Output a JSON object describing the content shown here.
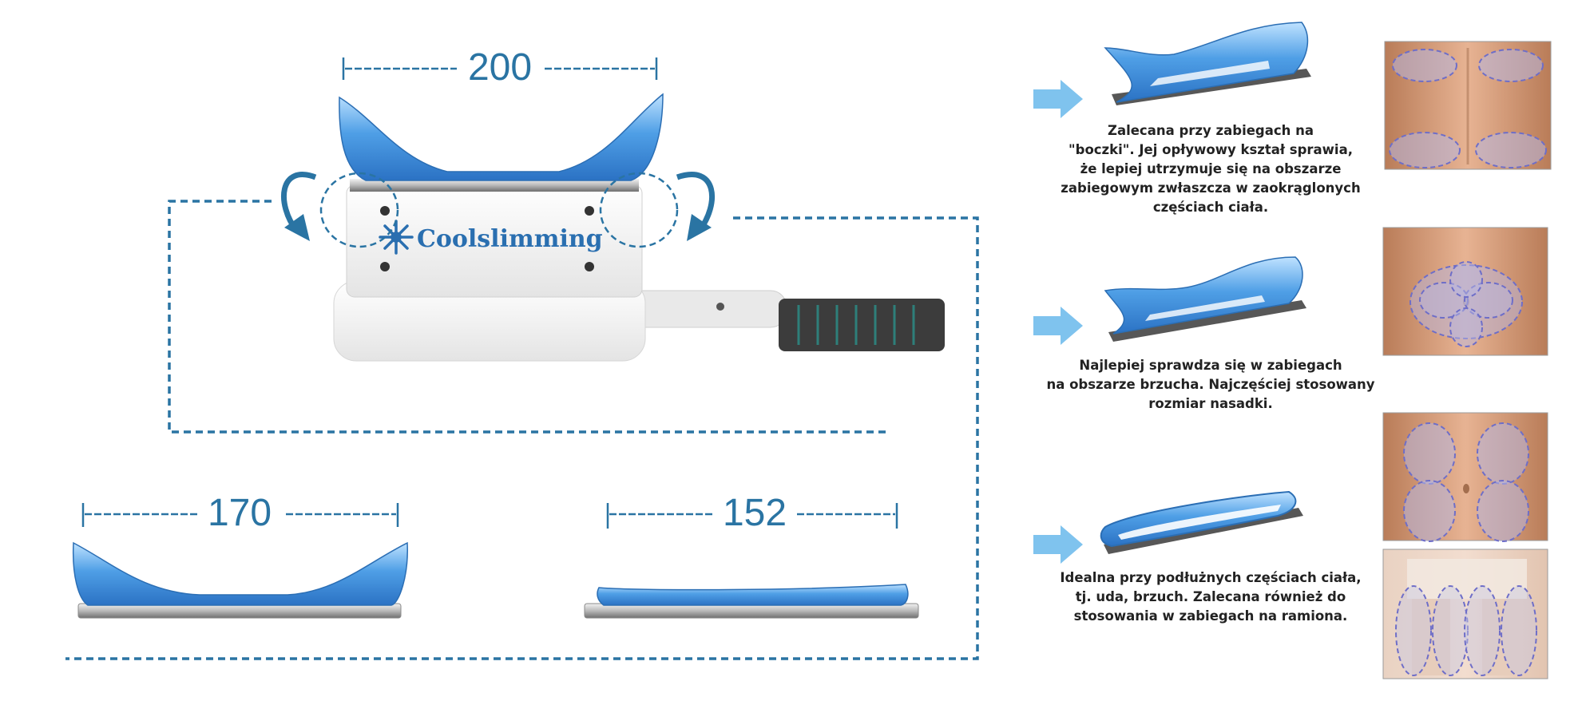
{
  "colors": {
    "accent": "#2a74a3",
    "applicator_blue": "#4d9be0",
    "arrow_blue": "#7fc3ee",
    "text": "#222222"
  },
  "handpiece": {
    "brand_label": "Coolslimming",
    "icon": "snowflake-icon"
  },
  "dimensions": {
    "top": "200",
    "bottom_left": "170",
    "bottom_right": "152"
  },
  "descriptions": [
    {
      "lines": [
        "Zalecana przy zabiegach na",
        "\"boczki\". Jej opływowy kształ sprawia,",
        "że lepiej utrzymuje się na obszarze",
        "zabiegowym zwłaszcza w zaokrąglonych",
        "częściach ciała."
      ]
    },
    {
      "lines": [
        "Najlepiej sprawdza się w zabiegach",
        "na obszarze brzucha. Najczęściej stosowany",
        "rozmiar nasadki."
      ]
    },
    {
      "lines": [
        "Idealna przy podłużnych częściach ciała,",
        "tj. uda, brzuch. Zalecana również do",
        "stosowania w zabiegach na ramiona."
      ]
    }
  ]
}
